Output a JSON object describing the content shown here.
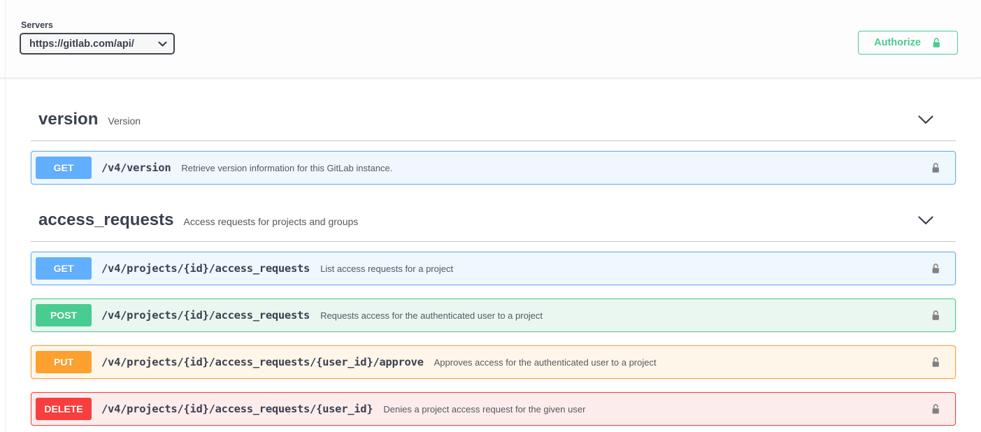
{
  "servers": {
    "label": "Servers",
    "selected_url": "https://gitlab.com/api/"
  },
  "authorize": {
    "label": "Authorize",
    "color": "#49cc90"
  },
  "icons": {
    "select_arrow": "chevron-down-icon",
    "section_collapse": "chevron-down-icon",
    "authorize_lock": "unlock-icon",
    "row_lock": "unlock-icon"
  },
  "colors": {
    "methods": {
      "GET": {
        "main": "#61affe",
        "background": "#eff7ff"
      },
      "POST": {
        "main": "#49cc90",
        "background": "#e9f7f0"
      },
      "PUT": {
        "main": "#fca130",
        "background": "#fff6ea"
      },
      "DELETE": {
        "main": "#f93e3e",
        "background": "#fdecec"
      }
    },
    "section_title": "#3b4151",
    "divider": "rgba(59,65,81,0.3)"
  },
  "sections": [
    {
      "title": "version",
      "subtitle": "Version",
      "operations": [
        {
          "method": "GET",
          "path": "/v4/version",
          "description": "Retrieve version information for this GitLab instance."
        }
      ]
    },
    {
      "title": "access_requests",
      "subtitle": "Access requests for projects and groups",
      "operations": [
        {
          "method": "GET",
          "path": "/v4/projects/{id}/access_requests",
          "description": "List access requests for a project"
        },
        {
          "method": "POST",
          "path": "/v4/projects/{id}/access_requests",
          "description": "Requests access for the authenticated user to a project"
        },
        {
          "method": "PUT",
          "path": "/v4/projects/{id}/access_requests/{user_id}/approve",
          "description": "Approves access for the authenticated user to a project"
        },
        {
          "method": "DELETE",
          "path": "/v4/projects/{id}/access_requests/{user_id}",
          "description": "Denies a project access request for the given user"
        }
      ]
    }
  ]
}
